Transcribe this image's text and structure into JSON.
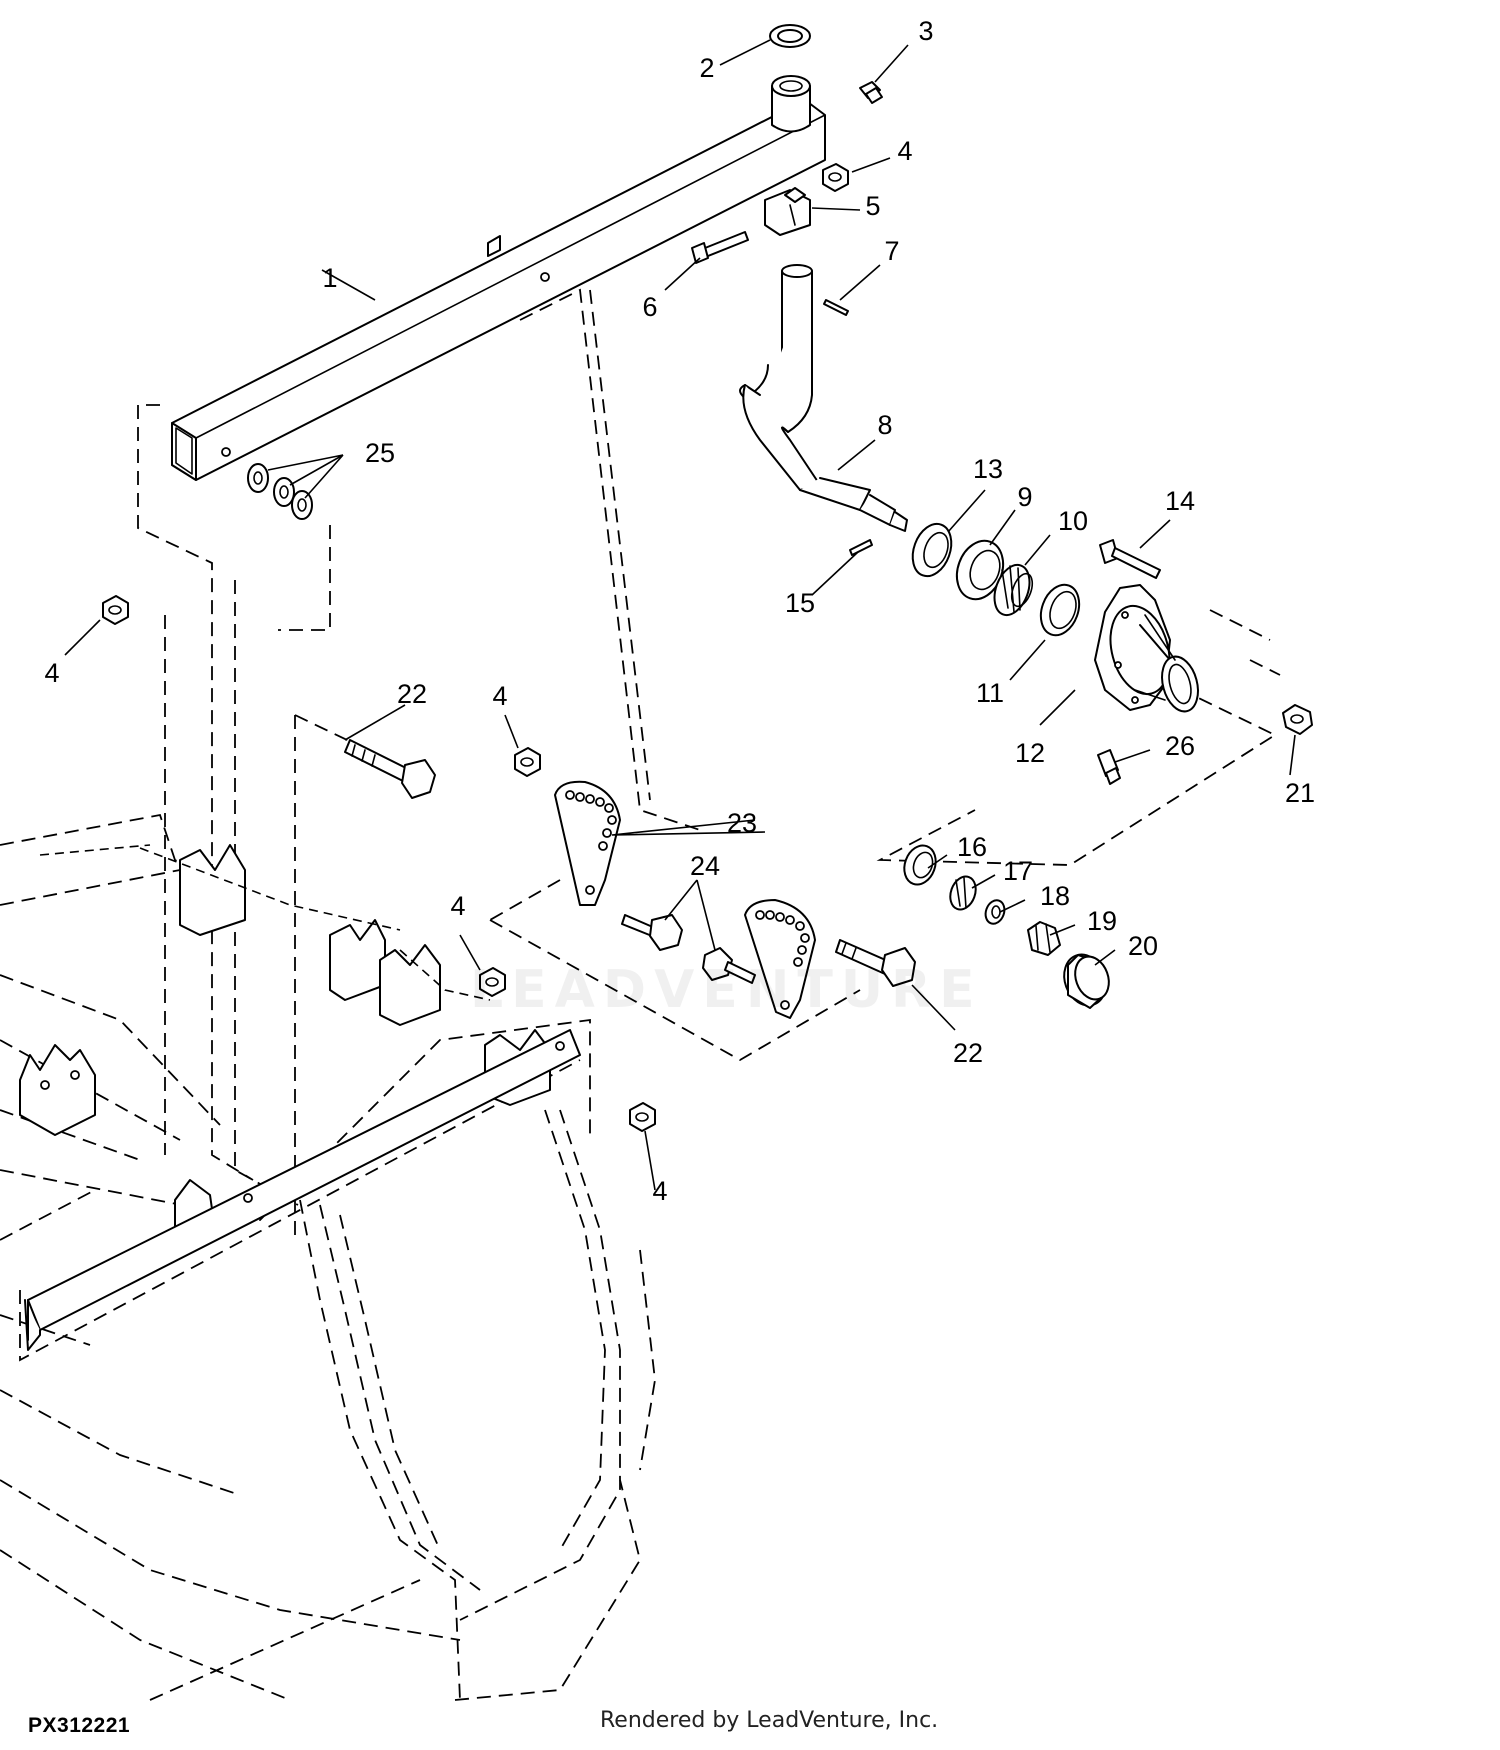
{
  "diagram": {
    "figure_code": "PX312221",
    "credit": "Rendered by LeadVenture, Inc.",
    "watermark": "LEADVENTURE",
    "callouts": {
      "c1": "1",
      "c2": "2",
      "c3": "3",
      "c4a": "4",
      "c5": "5",
      "c6": "6",
      "c7": "7",
      "c8": "8",
      "c9": "9",
      "c10": "10",
      "c11": "11",
      "c12": "12",
      "c13": "13",
      "c14": "14",
      "c15": "15",
      "c4b": "4",
      "c22a": "22",
      "c4c": "4",
      "c23": "23",
      "c24": "24",
      "c4d": "4",
      "c25": "25",
      "c26": "26",
      "c21": "21",
      "c16": "16",
      "c17": "17",
      "c18": "18",
      "c19": "19",
      "c20": "20",
      "c22b": "22",
      "c4e": "4"
    }
  }
}
